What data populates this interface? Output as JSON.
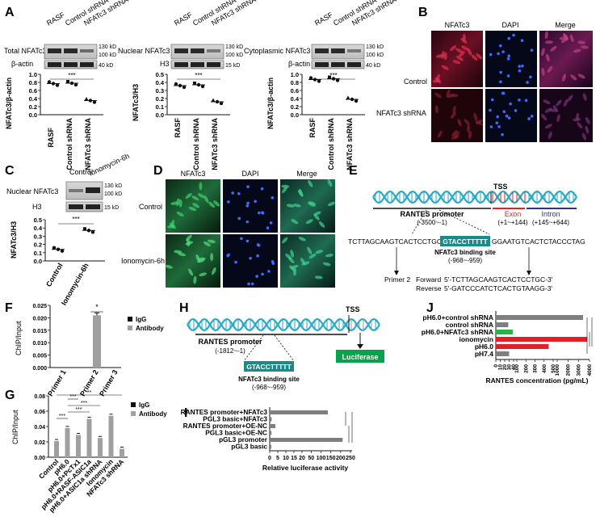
{
  "panels": {
    "A": {
      "letter": "A",
      "blots": [
        {
          "label": "Total NFATc3",
          "loading": "β-actin",
          "ylabel": "NFATc3/β-actin",
          "values": [
            0.77,
            0.78,
            0.35
          ]
        },
        {
          "label": "Nuclear NFATc3",
          "loading": "H3",
          "ylabel": "NFATc3/H3",
          "values": [
            0.36,
            0.37,
            0.16
          ]
        },
        {
          "label": "Cytoplasmic NFATc3",
          "loading": "β-actin",
          "ylabel": "NFATc3/β-actin",
          "values": [
            0.87,
            0.89,
            0.38
          ]
        }
      ],
      "lanes": [
        "RASF",
        "Control shRNA",
        "NFATc3 shRNA"
      ],
      "markers": [
        "130 kD",
        "100 kD",
        "40 kD"
      ],
      "markers_nuc": [
        "130 kD",
        "100 kD",
        "15 kD"
      ],
      "sig": "***",
      "y1_ticks": [
        "0.0",
        "0.2",
        "0.4",
        "0.6",
        "0.8",
        "1.0"
      ],
      "y2_ticks": [
        "0.0",
        "0.1",
        "0.2",
        "0.3",
        "0.4",
        "0.5"
      ],
      "y3_ticks": [
        "0.0",
        "0.2",
        "0.4",
        "0.6",
        "0.8",
        "1.0"
      ]
    },
    "B": {
      "letter": "B",
      "cols": [
        "NFATc3",
        "DAPI",
        "Merge"
      ],
      "rows": [
        "Control",
        "NFATc3 shRNA"
      ]
    },
    "C": {
      "letter": "C",
      "lanes": [
        "Control",
        "Ionomycin-6h"
      ],
      "blot": "Nuclear NFATc3",
      "loading": "H3",
      "markers": [
        "130 kD",
        "100 kD",
        "15 kD"
      ],
      "ylabel": "NFATc3/H3",
      "values": [
        0.14,
        0.37
      ],
      "y_ticks": [
        "0.0",
        "0.1",
        "0.2",
        "0.3",
        "0.4",
        "0.5"
      ],
      "sig": "***"
    },
    "D": {
      "letter": "D",
      "cols": [
        "NFATc3",
        "DAPI",
        "Merge"
      ],
      "rows": [
        "Control",
        "Ionomycin-6h"
      ]
    },
    "E": {
      "letter": "E",
      "tss": "TSS",
      "promoter": "RANTES promoter",
      "promoter_range": "(-3500~-1)",
      "exon": "Exon",
      "exon_range": "(+1~+144)",
      "intron": "Intron",
      "intron_range": "(+145~+644)",
      "seq_left": "TCTTAGCAAGTCACTCCTGC",
      "site": "GTACCTTTTT",
      "seq_right": "GGAATGTCACTCTACCCTAG",
      "site_label": "NFATc3 binding site",
      "site_range": "(-968~-959)",
      "primer": "Primer 2",
      "forward": "Forward",
      "forward_seq": "5'-TCTTAGCAAGTCACTCCTGC-3'",
      "reverse": "Reverse",
      "reverse_seq": "5'-GATCCCATCTCACTGTAAGG-3'"
    },
    "F": {
      "letter": "F",
      "ylabel": "ChIP/Input",
      "y_ticks": [
        "0.000",
        "0.005",
        "0.010",
        "0.015",
        "0.020",
        "0.025"
      ],
      "legend": [
        "IgG",
        "Antibody"
      ],
      "sig": "*"
    },
    "G": {
      "letter": "G",
      "ylabel": "ChIP/Input",
      "y_ticks": [
        "0.00",
        "0.02",
        "0.04",
        "0.06",
        "0.08"
      ],
      "legend": [
        "IgG",
        "Antibody"
      ],
      "sig": [
        "**",
        "***",
        "***",
        "***",
        "***"
      ]
    },
    "H": {
      "letter": "H",
      "tss": "TSS",
      "promoter": "RANTES promoter",
      "promoter_range": "(-1812~-1)",
      "site": "GTACCTTTTT",
      "site_label": "NFATc3 binding site",
      "site_range": "(-968~-959)",
      "reporter": "Luciferase"
    },
    "I": {
      "letter": "I",
      "xlabel": "Relative luciferase activity",
      "x_ticks": [
        "0",
        "5",
        "10",
        "15",
        "20",
        "50",
        "100",
        "150",
        "200",
        "250"
      ]
    },
    "J": {
      "letter": "J",
      "xlabel": "RANTES concentration (pg/mL)",
      "x_ticks": [
        "0",
        "10",
        "20",
        "30",
        "40",
        "100",
        "200",
        "300",
        "400",
        "500",
        "1000",
        "2000",
        "3000",
        "4000"
      ]
    }
  },
  "chart_data": [
    {
      "type": "scatter",
      "panel": "A1",
      "categories": [
        "RASF",
        "Control shRNA",
        "NFATc3 shRNA"
      ],
      "values": [
        0.77,
        0.78,
        0.35
      ],
      "ylabel": "NFATc3/β-actin",
      "ylim": [
        0,
        1.0
      ]
    },
    {
      "type": "scatter",
      "panel": "A2",
      "categories": [
        "RASF",
        "Control shRNA",
        "NFATc3 shRNA"
      ],
      "values": [
        0.36,
        0.37,
        0.16
      ],
      "ylabel": "NFATc3/H3",
      "ylim": [
        0,
        0.5
      ]
    },
    {
      "type": "scatter",
      "panel": "A3",
      "categories": [
        "RASF",
        "Control shRNA",
        "NFATc3 shRNA"
      ],
      "values": [
        0.87,
        0.89,
        0.38
      ],
      "ylabel": "NFATc3/β-actin",
      "ylim": [
        0,
        1.0
      ]
    },
    {
      "type": "scatter",
      "panel": "C",
      "categories": [
        "Control",
        "Ionomycin-6h"
      ],
      "values": [
        0.14,
        0.37
      ],
      "ylabel": "NFATc3/H3",
      "ylim": [
        0,
        0.5
      ]
    },
    {
      "type": "bar",
      "panel": "F",
      "categories": [
        "Primer 1",
        "Primer 2",
        "Primer 3"
      ],
      "series": [
        {
          "name": "IgG",
          "values": [
            0,
            0,
            0
          ]
        },
        {
          "name": "Antibody",
          "values": [
            0,
            0.021,
            0
          ]
        }
      ],
      "ylabel": "ChIP/Input",
      "ylim": [
        0,
        0.025
      ]
    },
    {
      "type": "bar",
      "panel": "G",
      "categories": [
        "Control",
        "pH6.0",
        "pH6.0+PcTx1",
        "pH6.0+RASF-ASIC1a",
        "pH6.0+ASIC1a shRNA",
        "Ionomycin",
        "NFATc3 shRNA"
      ],
      "series": [
        {
          "name": "Antibody",
          "values": [
            0.021,
            0.038,
            0.029,
            0.05,
            0.025,
            0.054,
            0.011
          ]
        }
      ],
      "ylabel": "ChIP/Input",
      "ylim": [
        0,
        0.08
      ]
    },
    {
      "type": "bar",
      "panel": "I",
      "categories": [
        "RANTES promoter+NFATc3",
        "PGL3 basic+NFATc3",
        "RANTES promoter+OE-NC",
        "PGL3 basic+OE-NC",
        "pGL3 promoter",
        "pGL3 basic"
      ],
      "values": [
        135,
        1.2,
        3.5,
        1.1,
        210,
        1.0
      ],
      "xlabel": "Relative luciferase activity"
    },
    {
      "type": "bar",
      "panel": "J",
      "categories": [
        "pH6.0+control shRNA",
        "control shRNA",
        "pH6.0+NFATc3 shRNA",
        "ionomycin",
        "pH6.0",
        "pH7.4"
      ],
      "values": [
        3400,
        28,
        55,
        3800,
        450,
        30
      ],
      "xlabel": "RANTES concentration (pg/mL)"
    }
  ],
  "colors": {
    "dna": "#29a9c6",
    "exon": "#d8261e",
    "intron": "#2e3192",
    "site": "#1c8a8a",
    "luciferase": "#0aa14c",
    "red_bar": "#e21f26",
    "green_bar": "#2bb34a",
    "gray_bar": "#7f7f7f"
  }
}
